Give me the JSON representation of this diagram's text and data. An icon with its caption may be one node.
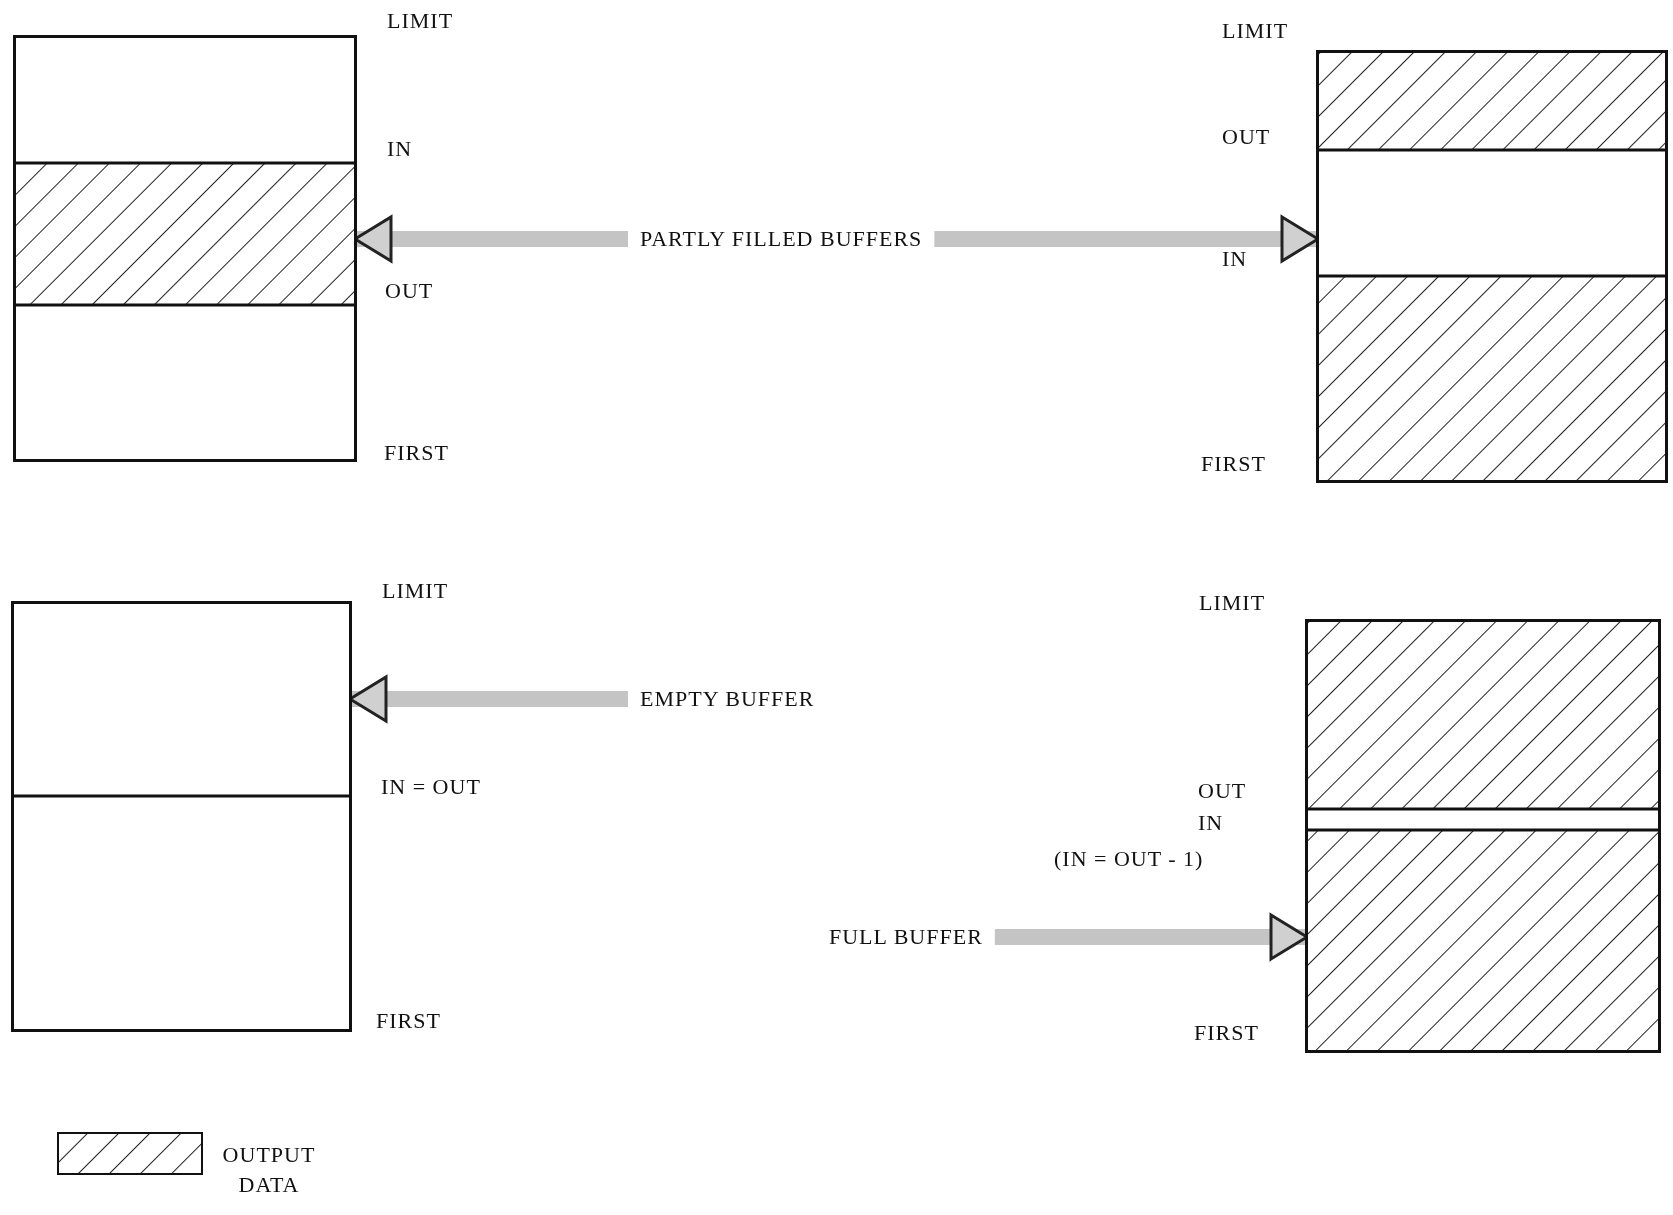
{
  "diagram": {
    "nodes": [
      {
        "text": [],
        "shape": "box",
        "beside": [
          "LIMIT",
          "IN",
          "OUT",
          "FIRST"
        ]
      },
      {
        "text": [
          "PARTLY FILLED BUFFERS"
        ]
      },
      {
        "text": [],
        "shape": "box",
        "beside": [
          "LIMIT",
          "OUT",
          "IN",
          "FIRST"
        ]
      },
      {
        "text": [],
        "shape": "box",
        "beside": [
          "LIMIT",
          "IN = OUT",
          "FIRST"
        ]
      },
      {
        "text": [
          "EMPTY BUFFER"
        ]
      },
      {
        "text": [
          "FULL BUFFER"
        ]
      },
      {
        "text": [],
        "shape": "box",
        "beside": [
          "LIMIT",
          "OUT",
          "IN",
          "(IN = OUT - 1)",
          "FIRST"
        ]
      }
    ],
    "edges": [
      {
        "from": 1,
        "to": 0,
        "arrow": "to"
      },
      {
        "from": 1,
        "to": 2,
        "arrow": "to"
      },
      {
        "from": 4,
        "to": 3,
        "arrow": "to"
      },
      {
        "from": 5,
        "to": 6,
        "arrow": "to"
      }
    ],
    "legend": [
      {
        "text": "OUTPUT DATA"
      }
    ]
  }
}
